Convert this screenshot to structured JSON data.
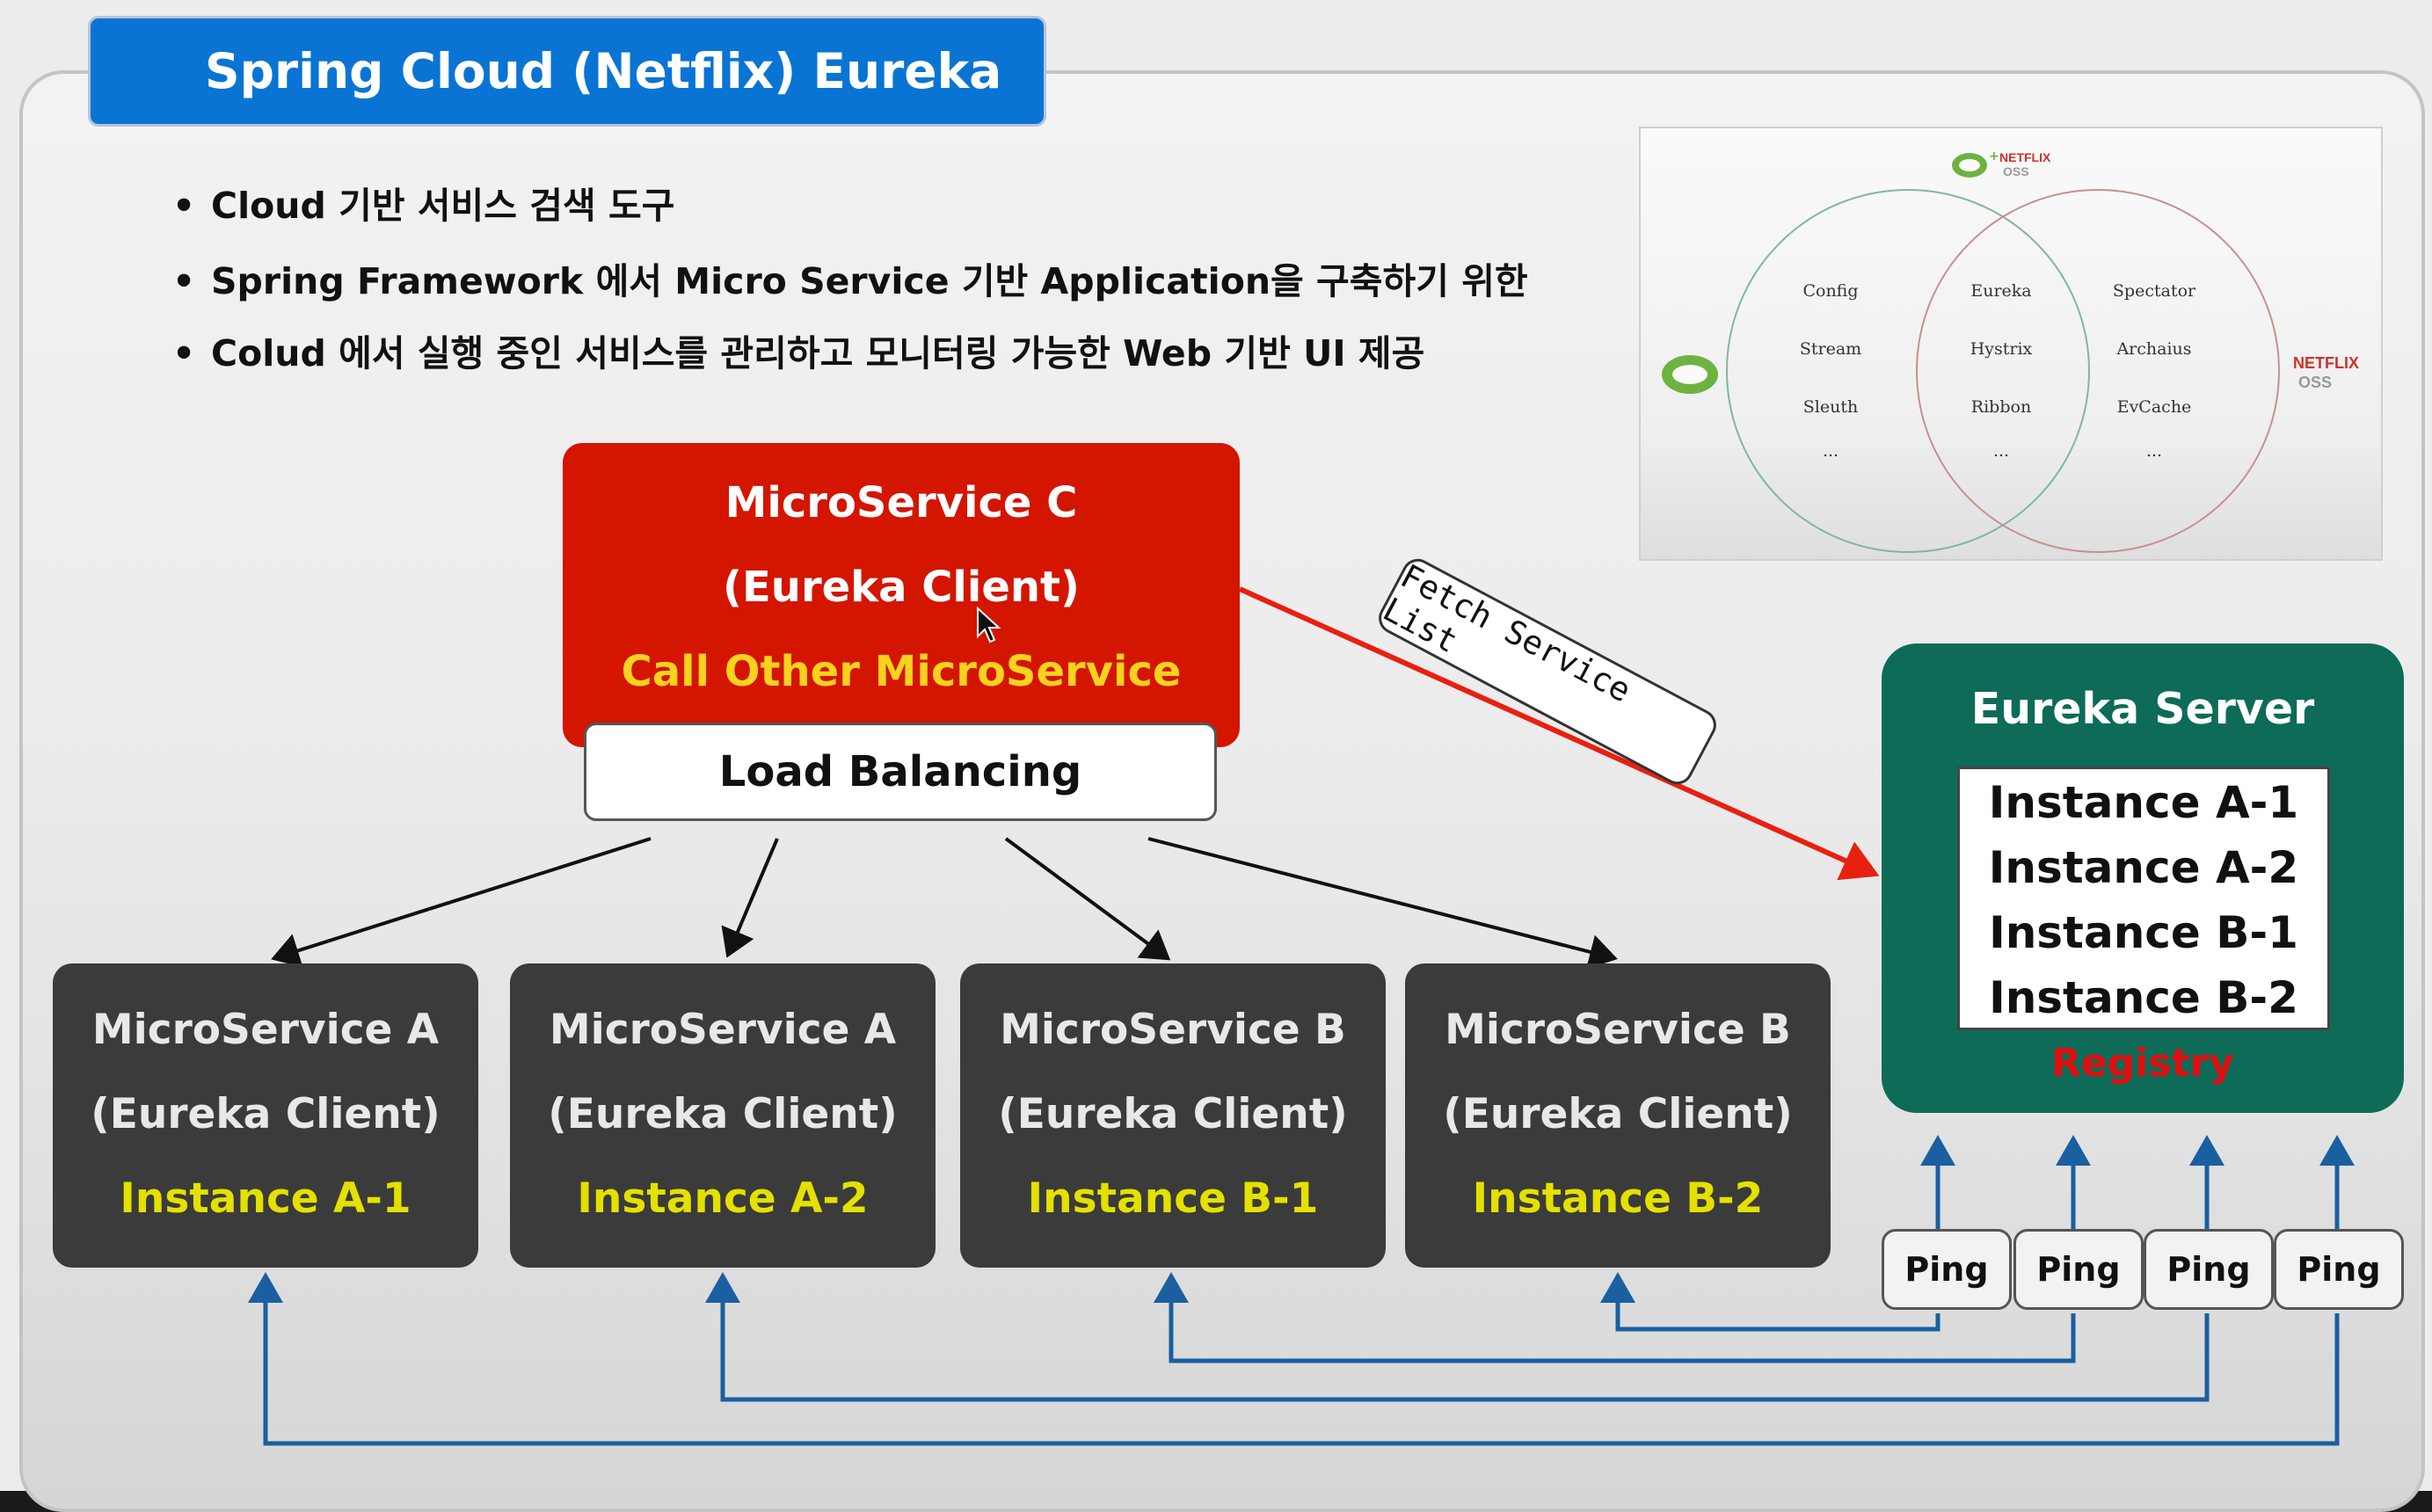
{
  "title": "Spring Cloud (Netflix) Eureka",
  "bullets": [
    "Cloud 기반 서비스 검색 도구",
    "Spring Framework 에서 Micro Service 기반 Application을 구축하기 위한",
    "Colud 에서 실행 중인 서비스를 관리하고 모니터링 가능한 Web 기반 UI 제공"
  ],
  "venn": {
    "left_column": [
      "Config",
      "Stream",
      "Sleuth",
      "..."
    ],
    "middle_column": [
      "Eureka",
      "Hystrix",
      "Ribbon",
      "..."
    ],
    "right_column": [
      "Spectator",
      "Archaius",
      "EvCache",
      "..."
    ],
    "netflix_logo_top": "NETFLIX",
    "oss_logo_top": "OSS",
    "netflix_logo_side": "NETFLIX",
    "oss_logo_side": "OSS",
    "spring_color": "#6db33f",
    "netflix_color": "#d0302a"
  },
  "service_c": {
    "name": "MicroService C",
    "role": "(Eureka Client)",
    "action": "Call Other MicroService",
    "color": "#d41500"
  },
  "load_balancing": "Load Balancing",
  "fetch_label": "Fetch Service List",
  "clients": [
    {
      "name": "MicroService A",
      "role": "(Eureka Client)",
      "instance": "Instance A-1"
    },
    {
      "name": "MicroService A",
      "role": "(Eureka Client)",
      "instance": "Instance A-2"
    },
    {
      "name": "MicroService B",
      "role": "(Eureka Client)",
      "instance": "Instance B-1"
    },
    {
      "name": "MicroService B",
      "role": "(Eureka Client)",
      "instance": "Instance B-2"
    }
  ],
  "eureka_server": {
    "title": "Eureka Server",
    "instances": [
      "Instance A-1",
      "Instance A-2",
      "Instance B-1",
      "Instance B-2"
    ],
    "registry_label": "Registry",
    "color": "#0d6b58"
  },
  "pings": [
    "Ping",
    "Ping",
    "Ping",
    "Ping"
  ],
  "colors": {
    "title_bar": "#0a74d4",
    "client_box": "#3b3b3b",
    "instance_text": "#e4e000",
    "ping_lines": "#1a5fa0",
    "fetch_arrow": "#e82010"
  }
}
